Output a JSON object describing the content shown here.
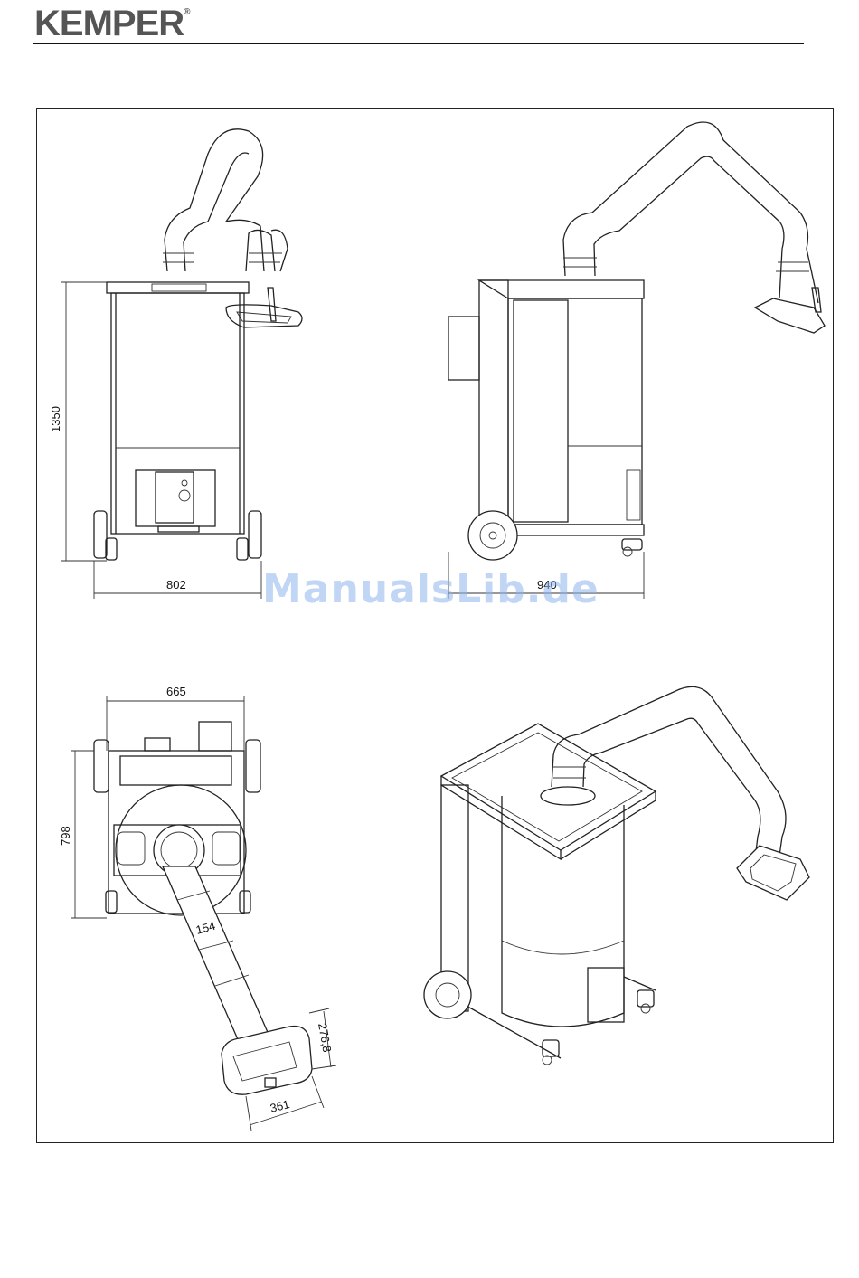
{
  "header": {
    "logo_text": "KEMPER",
    "logo_mark": "®"
  },
  "watermark": "ManualsLib.de",
  "dimensions": {
    "front_height": "1350",
    "front_width": "802",
    "side_width": "940",
    "top_width": "665",
    "top_depth": "798",
    "hose_diameter": "154",
    "hood_depth": "276,8",
    "hood_width": "361"
  },
  "colors": {
    "line": "#222222",
    "watermark": "#8cb4eb"
  }
}
